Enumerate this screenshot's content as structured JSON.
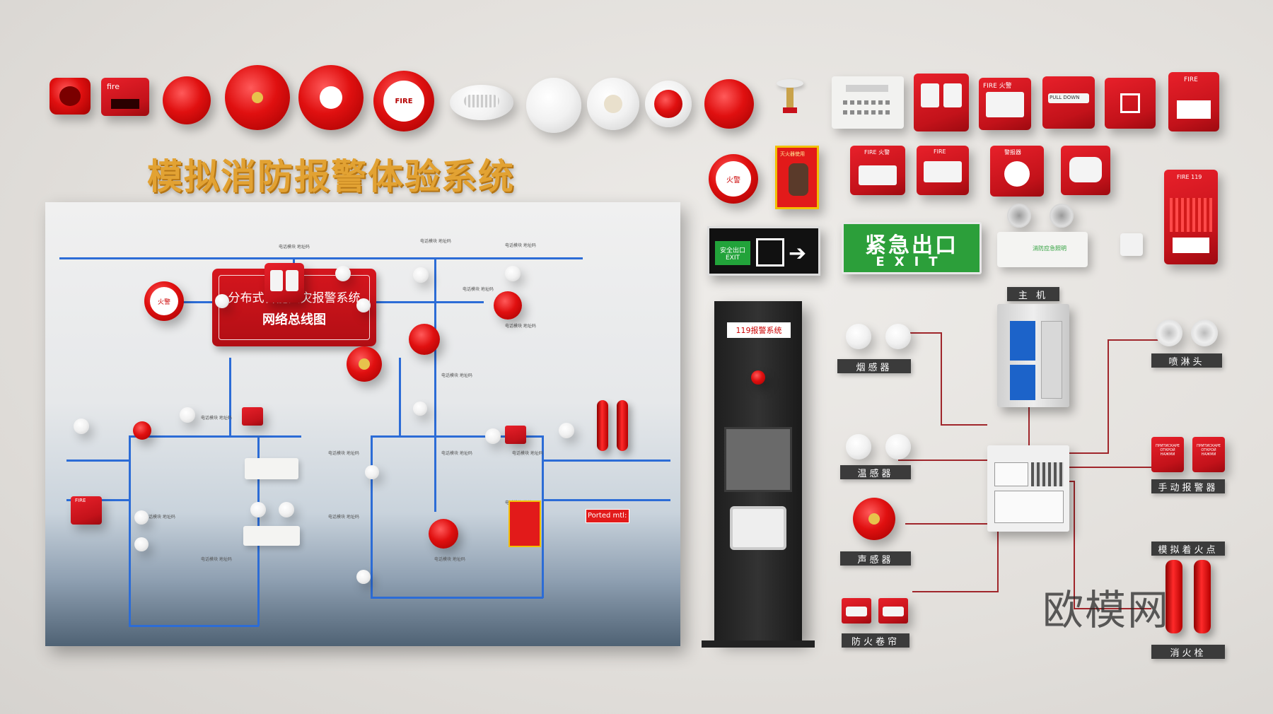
{
  "title": "模拟消防报警体验系统",
  "board": {
    "heading_line1": "分布式智能火灾报警系统",
    "heading_line2": "网络总线图",
    "fire_button_label": "火警",
    "fire_label": "FIRE",
    "device_note": "Ported mtl: V"
  },
  "top_row": {
    "fire_box_label": "fire",
    "bell_label": "FIRE",
    "alarm_panel_label": "FIRE 火警",
    "pull_down_label": "PULL   DOWN",
    "fire_strobe_label": "FIRE"
  },
  "second_row": {
    "alarm_button_label": "火警",
    "poster_label": "灭火器使用",
    "fire_box_1": "FIRE 火警",
    "fire_box_2": "FIRE",
    "fire_box_3": "警报器",
    "fire_box_4": "FIRE 119"
  },
  "signs": {
    "exit_small_cn": "安全出口",
    "exit_small_en": "EXIT",
    "exit_big_cn": "紧急出口",
    "exit_big_en": "EXIT",
    "emergency_light_label": "消防应急照明"
  },
  "kiosk": {
    "label": "119报警系统"
  },
  "diagram": {
    "host": "主 机",
    "smoke": "烟感器",
    "heat": "温感器",
    "sound": "声感器",
    "shutter": "防火卷帘",
    "sprinkler": "喷淋头",
    "manual": "手动报警器",
    "ignition": "模拟着火点",
    "hydrant": "消火栓",
    "manual_btn_text": "ПРИТИСКАРЕ ОТКРОЙ НАЖМИ"
  },
  "watermark": "欧模网",
  "colors": {
    "accent_gold": "#e2a233",
    "alarm_red": "#d6161e",
    "bus_blue": "#2c6cd6",
    "exit_green": "#2c9f3a"
  }
}
